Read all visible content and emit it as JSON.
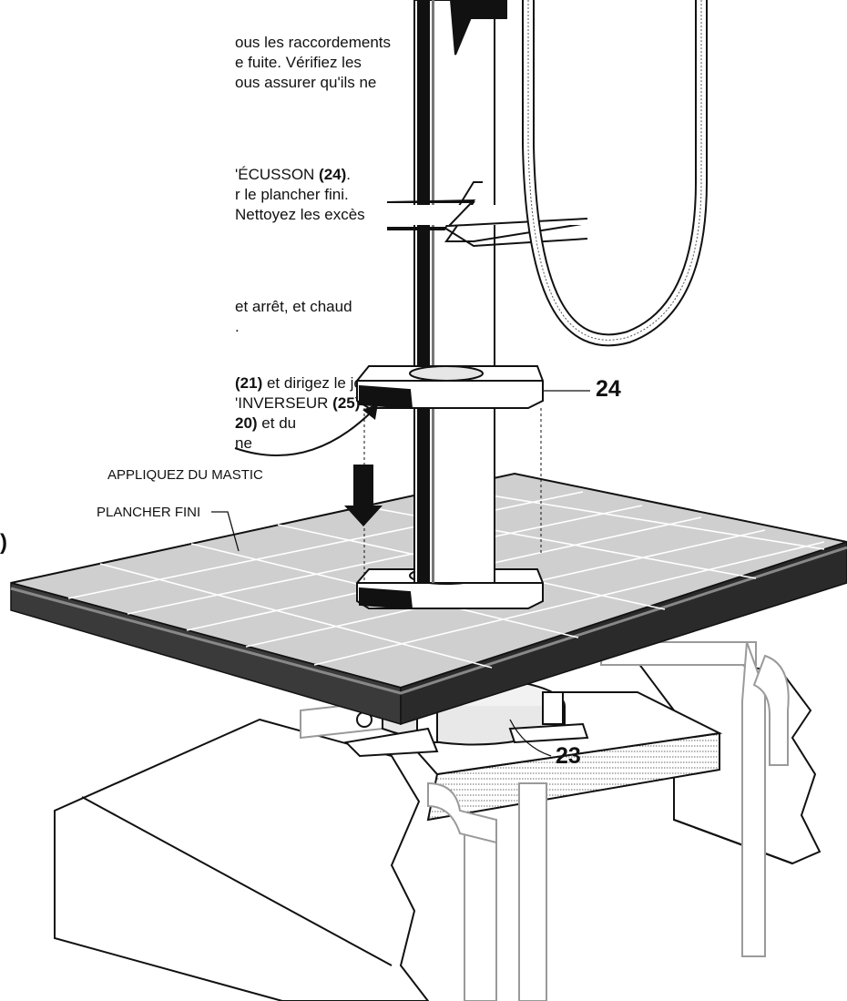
{
  "instructions": {
    "block1": [
      "ous les raccordements",
      "e fuite. Vérifiez les",
      "ous assurer qu'ils ne"
    ],
    "block2": {
      "line1_prefix": "'ÉCUSSON ",
      "line1_ref": "(24)",
      "line1_suffix": ".",
      "line2": "r le plancher fini.",
      "line3": "Nettoyez les excès"
    },
    "block3": [
      "et arrêt, et chaud",
      "."
    ],
    "block4": {
      "line1_ref": "(21)",
      "line1_text": " et dirigez le jet",
      "line2_text": "'INVERSEUR ",
      "line2_ref": "(25)",
      "line3_ref": "20)",
      "line3_text": " et du",
      "line4": "ne"
    },
    "stray_char": ")"
  },
  "diagram": {
    "label_mastic": "APPLIQUEZ DU MASTIC",
    "label_plancher": "PLANCHER FINI",
    "callout_escutcheon": "24",
    "callout_valve": "23"
  },
  "colors": {
    "ink": "#111111",
    "floor_tile": "#cfcfcf",
    "floor_edge": "#2a2a2a",
    "pipe": "#9a9a9a"
  }
}
